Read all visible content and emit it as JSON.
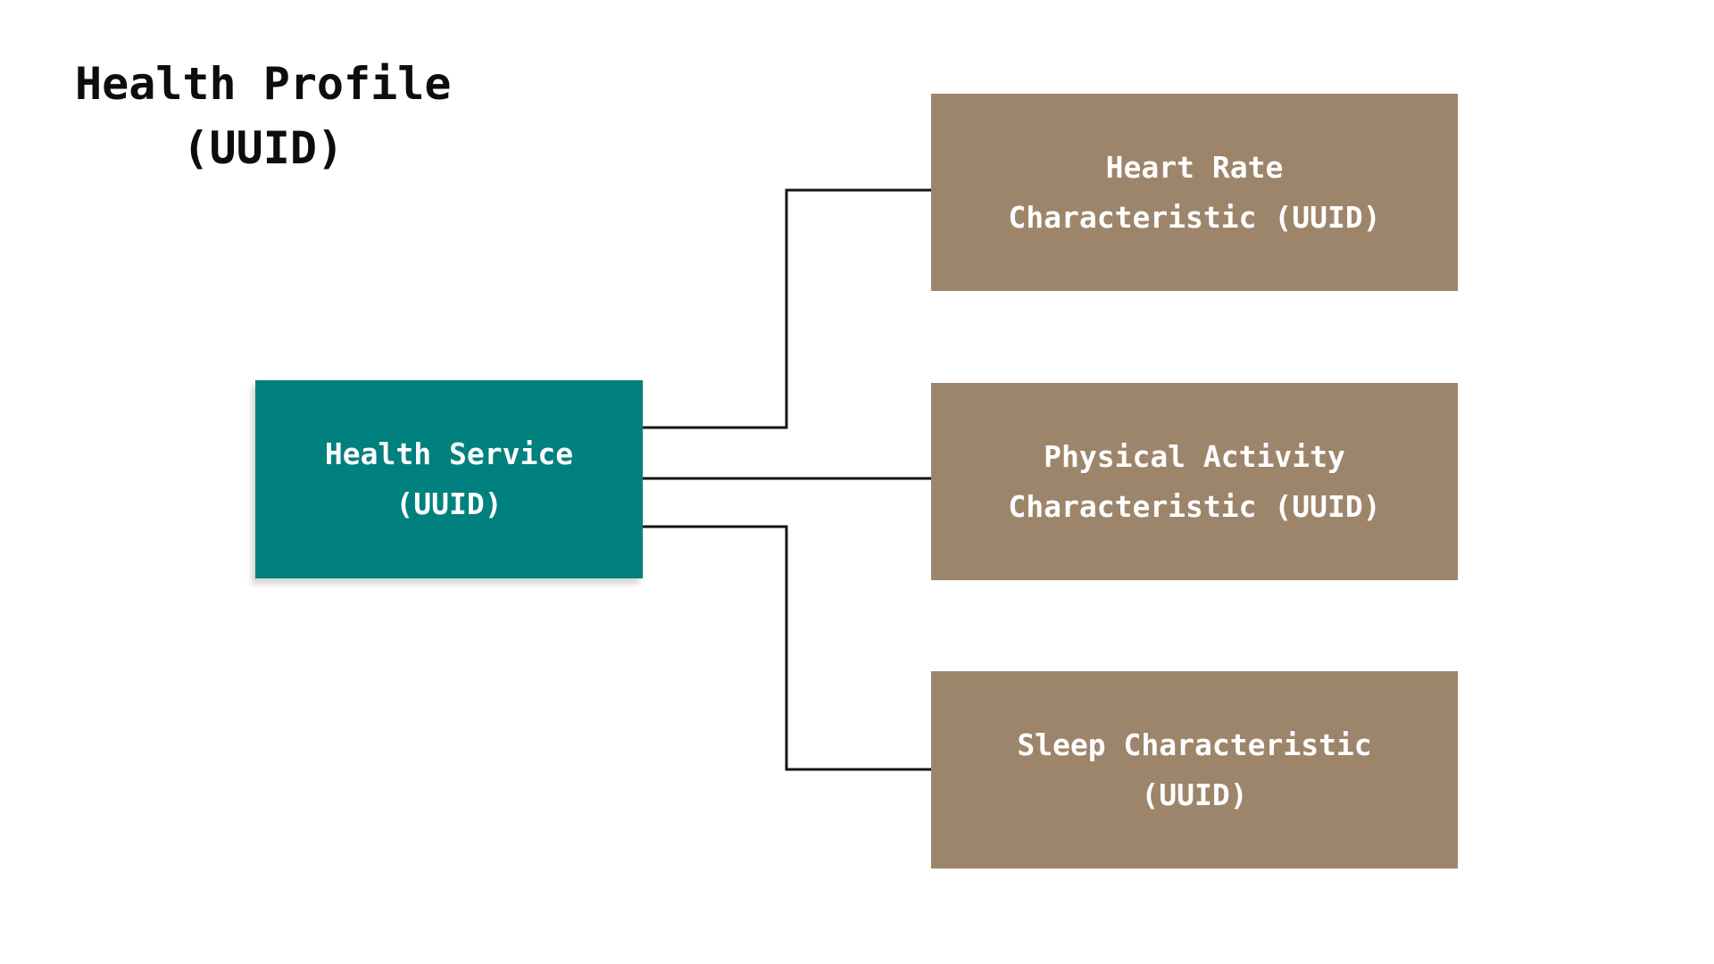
{
  "diagram": {
    "title": "Health Profile\n(UUID)",
    "nodes": {
      "service": {
        "id": "health-service",
        "label": "Health Service\n(UUID)"
      },
      "characteristics": [
        {
          "id": "heart-rate-characteristic",
          "label": "Heart Rate\nCharacteristic (UUID)"
        },
        {
          "id": "physical-activity-characteristic",
          "label": "Physical Activity\nCharacteristic (UUID)"
        },
        {
          "id": "sleep-characteristic",
          "label": "Sleep Characteristic\n(UUID)"
        }
      ]
    },
    "edges": [
      {
        "from": "health-service",
        "to": "heart-rate-characteristic"
      },
      {
        "from": "health-service",
        "to": "physical-activity-characteristic"
      },
      {
        "from": "health-service",
        "to": "sleep-characteristic"
      }
    ],
    "colors": {
      "service": "#00807f",
      "characteristic": "#9d856b",
      "connector": "#161616",
      "background": "#ffffff",
      "node_text": "#ffffff",
      "title_text": "#0d0d0d"
    }
  }
}
